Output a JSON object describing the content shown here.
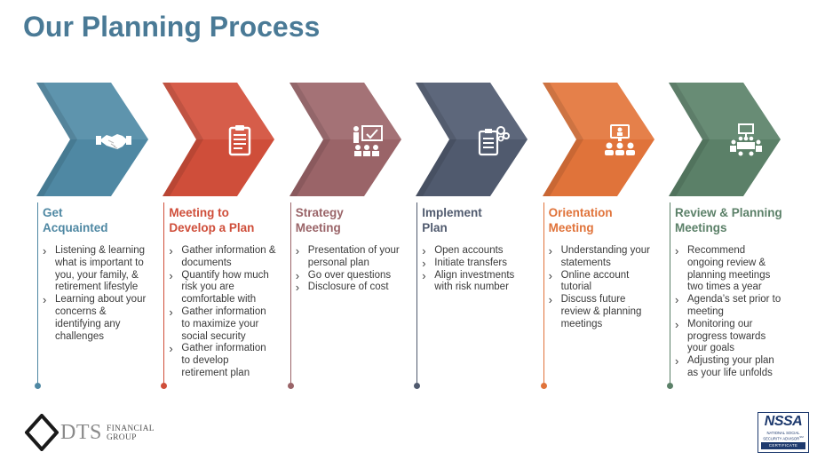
{
  "title": "Our Planning Process",
  "steps": [
    {
      "title": "Get\nAcquainted",
      "color": "#4f88a3",
      "color_light": "#6b9eb6",
      "icon": "handshake-icon",
      "bullets": [
        "Listening & learning what is important to you, your family, & retirement lifestyle",
        "Learning about your concerns & identifying any challenges"
      ]
    },
    {
      "title": "Meeting to\nDevelop a Plan",
      "color": "#cf4e3a",
      "color_light": "#dc6a58",
      "icon": "clipboard-icon",
      "bullets": [
        "Gather information & documents",
        "Quantify how much risk you are comfortable with",
        "Gather information to maximize your social security",
        "Gather information to develop retirement plan"
      ]
    },
    {
      "title": "Strategy\nMeeting",
      "color": "#9a6468",
      "color_light": "#ad7d81",
      "icon": "presentation-icon",
      "bullets": [
        "Presentation of your personal plan",
        "Go over questions",
        "Disclosure of cost"
      ]
    },
    {
      "title": "Implement\nPlan",
      "color": "#505a6e",
      "color_light": "#687286",
      "icon": "checklist-gears-icon",
      "bullets": [
        "Open accounts",
        "Initiate transfers",
        "Align investments with risk number"
      ]
    },
    {
      "title": "Orientation\nMeeting",
      "color": "#e0733a",
      "color_light": "#e98b57",
      "icon": "online-meeting-icon",
      "bullets": [
        "Understanding your statements",
        "Online account tutorial",
        "Discuss future review & planning meetings"
      ]
    },
    {
      "title": "Review & Planning\nMeetings",
      "color": "#5b8068",
      "color_light": "#73967f",
      "icon": "conference-table-icon",
      "bullets": [
        "Recommend ongoing review & planning meetings two times a year",
        "Agenda’s set prior to meeting",
        "Monitoring our progress towards your goals",
        "Adjusting your plan as your life unfolds"
      ]
    }
  ],
  "logo": {
    "name": "DTS",
    "sub1": "FINANCIAL",
    "sub2": "GROUP"
  },
  "badge": {
    "main": "NSSA",
    "line1": "NATIONAL SOCIAL",
    "line2": "SECURITY ADVISOR",
    "tm": "SM",
    "cert": "CERTIFICATE"
  }
}
